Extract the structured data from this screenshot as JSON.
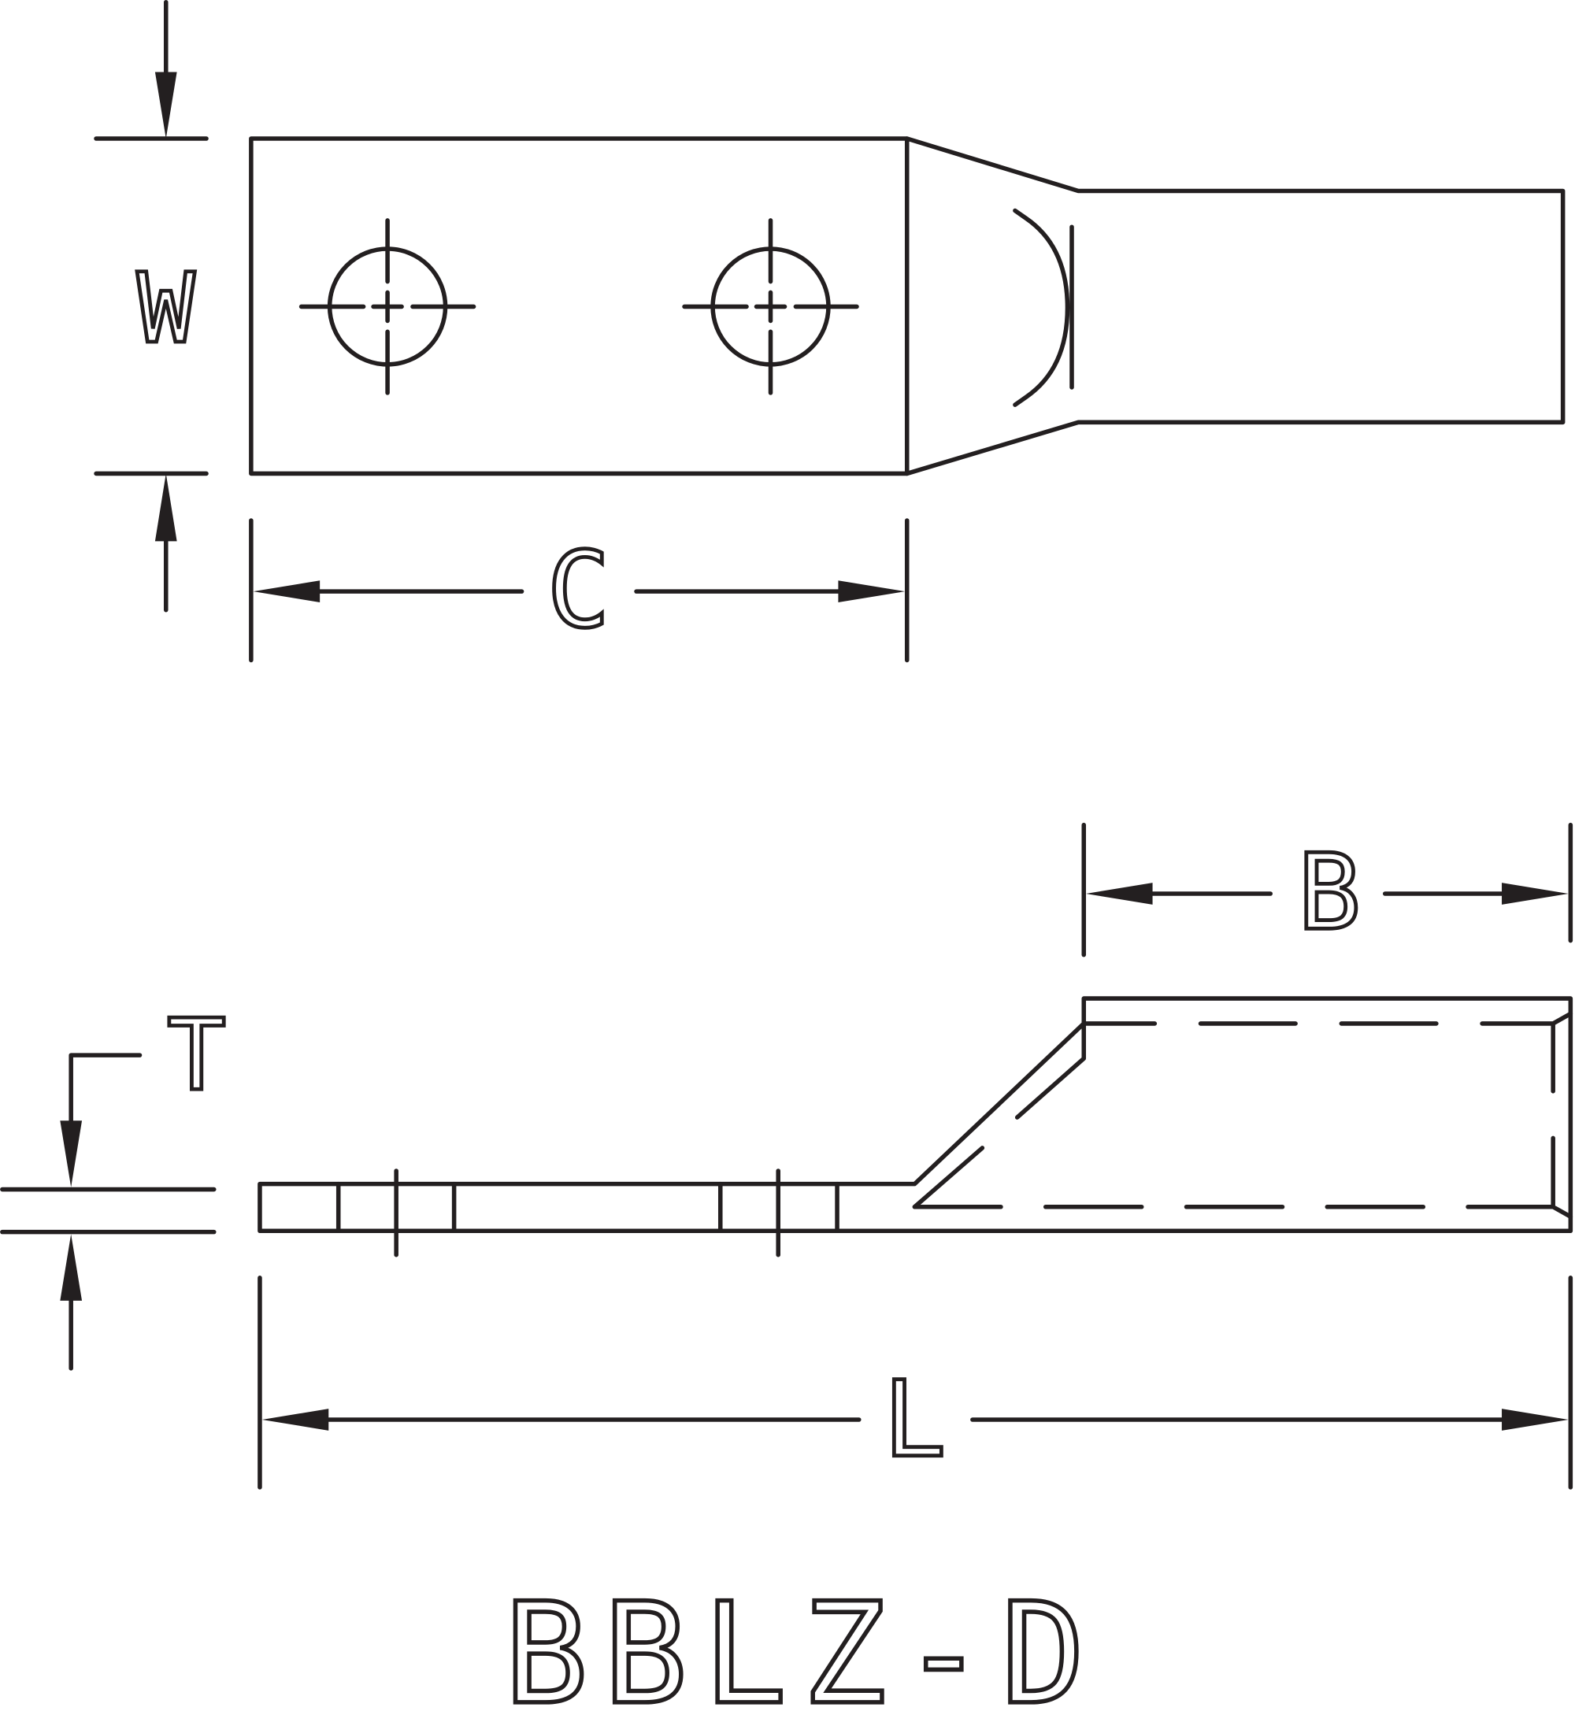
{
  "drawing": {
    "title": "BBLZ-D",
    "dimensions": {
      "width": "W",
      "hole_spacing": "C",
      "barrel_length": "B",
      "thickness": "T",
      "overall_length": "L"
    }
  }
}
